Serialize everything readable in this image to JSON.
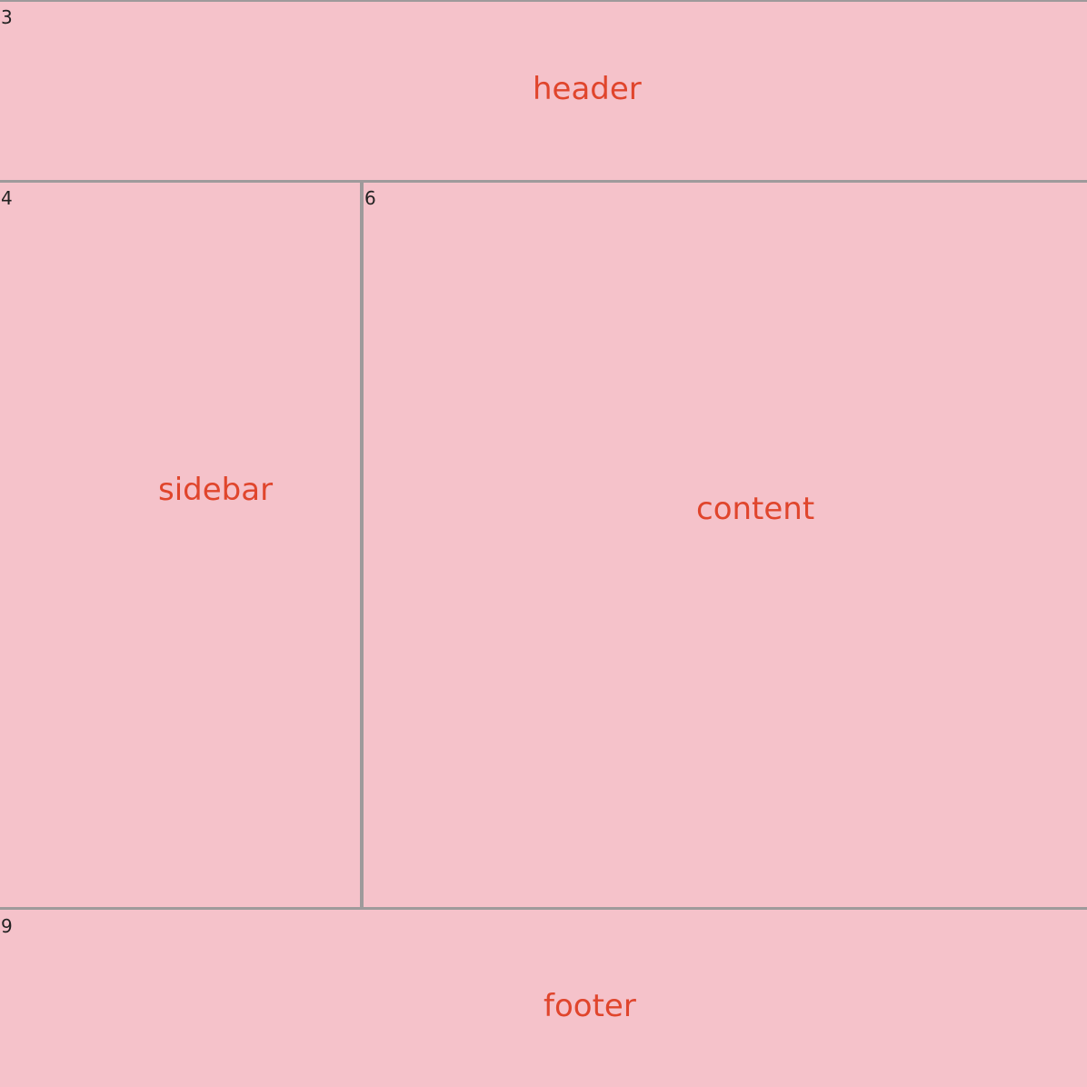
{
  "colors": {
    "region_background": "#f5c2ca",
    "divider": "#9e9a9b",
    "label": "#e0452c",
    "number": "#222222"
  },
  "regions": {
    "header": {
      "number": "3",
      "label": "header"
    },
    "sidebar": {
      "number": "4",
      "label": "sidebar"
    },
    "content": {
      "number": "6",
      "label": "content"
    },
    "footer": {
      "number": "9",
      "label": "footer"
    }
  }
}
